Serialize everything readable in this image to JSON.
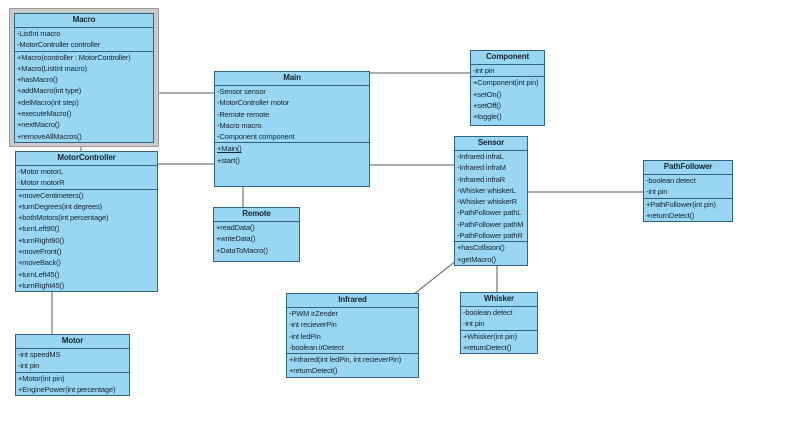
{
  "diagram": {
    "background": "#ffffff",
    "box_fill": "#98d6f2",
    "box_border": "#2f637f",
    "text_color": "#14242f",
    "connector_color": "#595959",
    "selection_frame_fill": "#cbcbcb",
    "selection_frame_border": "#9a9a9a"
  },
  "classes": [
    {
      "id": "macro",
      "title": "Macro",
      "selected": true,
      "attributes": [
        "-ListInt macro",
        "-MotorController controller"
      ],
      "methods": [
        "+Macro(controller : MotorController)",
        "+Macro(ListInt macro)",
        "+hasMacro()",
        "+addMacro(int type)",
        "+delMacro(int step)",
        "+executeMacro()",
        "+nextMacro()",
        "+removeAllMacros()"
      ],
      "underlined_methods": []
    },
    {
      "id": "motorcontroller",
      "title": "MotorController",
      "selected": false,
      "attributes": [
        "-Motor motorL",
        "-Motor motorR"
      ],
      "methods": [
        "+moveCentimeters()",
        "+turnDegrees(int degrees)",
        "+bothMotors(int percentage)",
        "+turnLeft90()",
        "+turnRight90()",
        "+moveFront()",
        "+moveBack()",
        "+turnLeft45()",
        "+turnRight45()"
      ],
      "underlined_methods": []
    },
    {
      "id": "motor",
      "title": "Motor",
      "selected": false,
      "attributes": [
        "-int speedMS",
        "-int pin"
      ],
      "methods": [
        "+Motor(int pin)",
        "+EnginePower(int percentage)"
      ],
      "underlined_methods": []
    },
    {
      "id": "main",
      "title": "Main",
      "selected": false,
      "attributes": [
        "-Sensor sensor",
        "-MotorController motor",
        "-Remote remote",
        "-Macro macro",
        "-Component component"
      ],
      "methods": [
        "+Main()",
        "+start()"
      ],
      "underlined_methods": [
        0
      ]
    },
    {
      "id": "remote",
      "title": "Remote",
      "selected": false,
      "attributes": [],
      "methods": [
        "+readData()",
        "+writeData()",
        "+DataToMacro()"
      ],
      "underlined_methods": []
    },
    {
      "id": "component",
      "title": "Component",
      "selected": false,
      "attributes": [
        "-int pin"
      ],
      "methods": [
        "+Component(int pin)",
        "+setOn()",
        "+setOff()",
        "+toggle()"
      ],
      "underlined_methods": []
    },
    {
      "id": "sensor",
      "title": "Sensor",
      "selected": false,
      "attributes": [
        "-Infrared infraL",
        "-Infrared infraM",
        "-Infrared infraR",
        "-Whisker whiskerL",
        "-Whisker whiskerR",
        "-PathFollower pathL",
        "-PathFollower pathM",
        "-PathFollower pathR"
      ],
      "methods": [
        "+hasCollision()",
        "+getMacro()"
      ],
      "underlined_methods": []
    },
    {
      "id": "pathfollower",
      "title": "PathFollower",
      "selected": false,
      "attributes": [
        "-boolean detect",
        "-int pin"
      ],
      "methods": [
        "+PathFollower(int pin)",
        "+returnDetect()"
      ],
      "underlined_methods": []
    },
    {
      "id": "infrared",
      "title": "Infrared",
      "selected": false,
      "attributes": [
        "-PWM irZender",
        "-int recieverPin",
        "-int ledPin",
        "-boolean irDetect"
      ],
      "methods": [
        "+Infrared(int ledPin, int recieverPin)",
        "+returnDetect()"
      ],
      "underlined_methods": []
    },
    {
      "id": "whisker",
      "title": "Whisker",
      "selected": false,
      "attributes": [
        "-boolean detect",
        "-int pin"
      ],
      "methods": [
        "+Whisker(int pin)",
        "+returnDetect()"
      ],
      "underlined_methods": []
    }
  ],
  "associations": [
    {
      "from": "Macro",
      "to": "Main"
    },
    {
      "from": "Macro",
      "to": "MotorController"
    },
    {
      "from": "MotorController",
      "to": "Main"
    },
    {
      "from": "MotorController",
      "to": "Motor"
    },
    {
      "from": "Main",
      "to": "Remote"
    },
    {
      "from": "Main",
      "to": "Component"
    },
    {
      "from": "Main",
      "to": "Sensor"
    },
    {
      "from": "Sensor",
      "to": "PathFollower"
    },
    {
      "from": "Sensor",
      "to": "Whisker"
    },
    {
      "from": "Sensor",
      "to": "Infrared"
    }
  ]
}
